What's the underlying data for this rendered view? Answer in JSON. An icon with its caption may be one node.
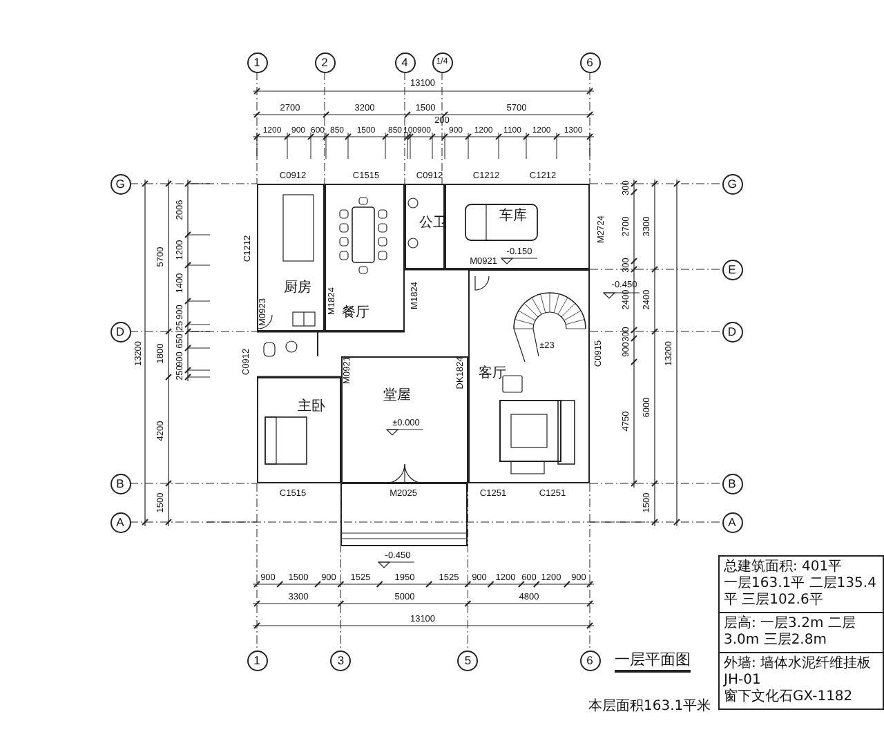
{
  "diagram": {
    "title": "一层平面图",
    "caption": "本层面积163.1平米",
    "nodes": [
      {
        "text": [
          "厨房"
        ]
      },
      {
        "text": [
          "餐厅"
        ]
      },
      {
        "text": [
          "公卫"
        ]
      },
      {
        "text": [
          "车库"
        ]
      },
      {
        "text": [
          "主卧"
        ]
      },
      {
        "text": [
          "堂屋"
        ]
      },
      {
        "text": [
          "客厅"
        ]
      },
      {
        "text": [
          "1"
        ]
      },
      {
        "text": [
          "2"
        ]
      },
      {
        "text": [
          "4"
        ]
      },
      {
        "text": [
          "1/4"
        ]
      },
      {
        "text": [
          "6"
        ]
      },
      {
        "text": [
          "G"
        ]
      },
      {
        "text": [
          "D"
        ]
      },
      {
        "text": [
          "B"
        ]
      },
      {
        "text": [
          "A"
        ]
      },
      {
        "text": [
          "G"
        ]
      },
      {
        "text": [
          "E"
        ]
      },
      {
        "text": [
          "D"
        ]
      },
      {
        "text": [
          "B"
        ]
      },
      {
        "text": [
          "A"
        ]
      },
      {
        "text": [
          "1"
        ]
      },
      {
        "text": [
          "3"
        ]
      },
      {
        "text": [
          "5"
        ]
      },
      {
        "text": [
          "6"
        ]
      }
    ],
    "labels": [
      "13100",
      "2700",
      "3200",
      "1500",
      "5700",
      "200",
      "1200",
      "900",
      "600",
      "850",
      "1500",
      "850",
      "100",
      "900",
      "900",
      "1200",
      "1100",
      "1200",
      "1300",
      "C0912",
      "C1515",
      "C0912",
      "C1212",
      "C1212",
      "5700",
      "13200",
      "2006",
      "1200",
      "1400",
      "900",
      "25",
      "650",
      "1800",
      "900",
      "250",
      "4200",
      "1500",
      "C1212",
      "M0923",
      "M1824",
      "C0912",
      "M0921",
      "M1824",
      "M0921",
      "-0.150",
      "M2724",
      "-0.450",
      "±23",
      "C0915",
      "DK1824",
      "±0.000",
      "C1515",
      "M2025",
      "C1251",
      "C1251",
      "300",
      "2700",
      "3300",
      "300",
      "2400",
      "2400",
      "300",
      "900",
      "4750",
      "6000",
      "13200",
      "1500",
      "-0.450",
      "900",
      "1500",
      "900",
      "1525",
      "1950",
      "1525",
      "900",
      "1200",
      "600",
      "1200",
      "900",
      "3300",
      "5000",
      "4800",
      "13100",
      "总建筑面积: 401平",
      "一层163.1平 二层135.4平 三层102.6平",
      "层高: 一层3.2m 二层3.0m 三层2.8m",
      "外墙: 墙体水泥纤维挂板JH-01",
      "窗下文化石GX-1182"
    ]
  }
}
